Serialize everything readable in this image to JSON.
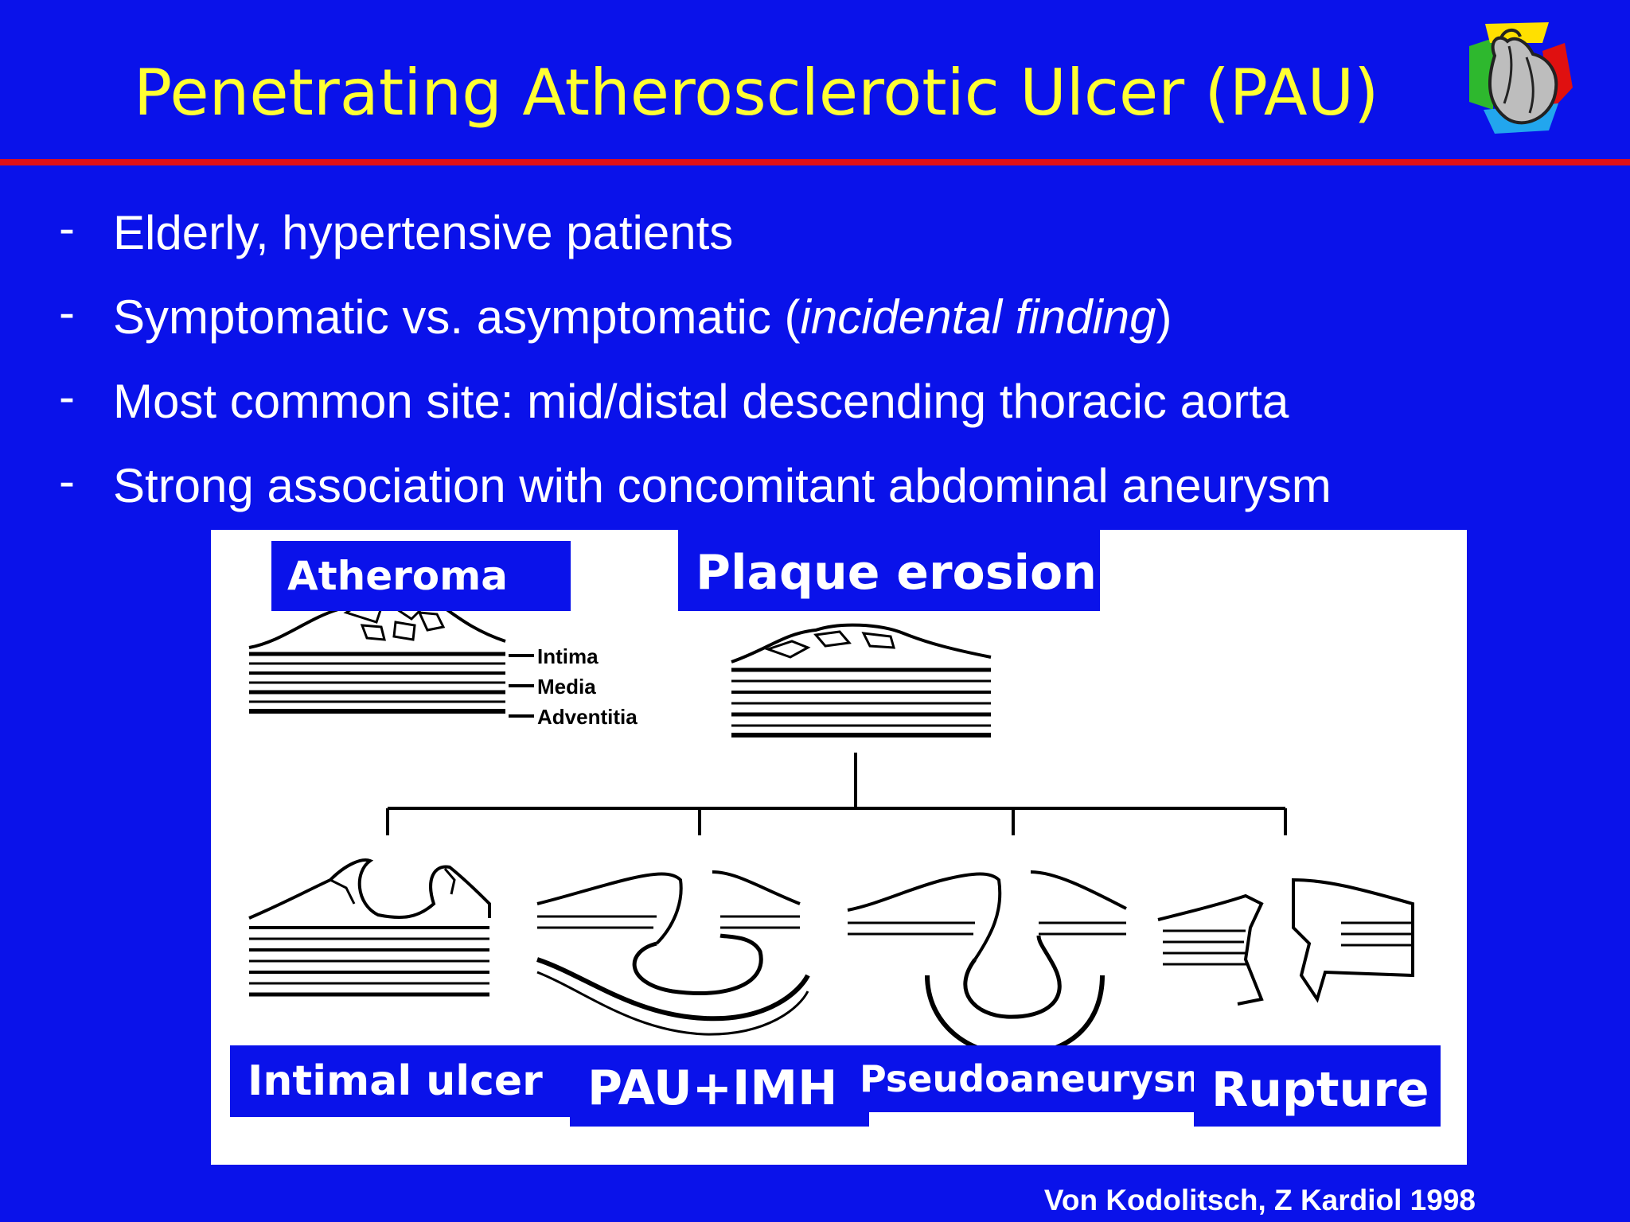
{
  "slide": {
    "title": "Penetrating Atherosclerotic Ulcer (PAU)",
    "bullet_marker": "-",
    "bullets": [
      {
        "text": "Elderly, hypertensive patients"
      },
      {
        "before": "Symptomatic vs. asymptomatic (",
        "italic": "incidental finding",
        "after": ")"
      },
      {
        "text": "Most common site: mid/distal descending thoracic aorta"
      },
      {
        "text": "Strong association with concomitant abdominal aneurysm"
      }
    ],
    "citation": "Von Kodolitsch, Z Kardiol 1998"
  },
  "figure": {
    "labels": {
      "atheroma": "Atheroma",
      "plaque_erosion": "Plaque erosion",
      "intimal_ulcer": "Intimal ulcer",
      "pau_imh": "PAU+IMH",
      "pseudoaneurysm": "Pseudoaneurysm",
      "rupture": "Rupture"
    },
    "layers": {
      "intima": "Intima",
      "media": "Media",
      "adventitia": "Adventitia"
    }
  },
  "colors": {
    "background": "#0A12EA",
    "title": "#FFFF33",
    "rule": "#E01016",
    "text": "#FFFFFF",
    "panel": "#FFFFFF"
  },
  "icons": [
    "heart-logo-icon"
  ]
}
